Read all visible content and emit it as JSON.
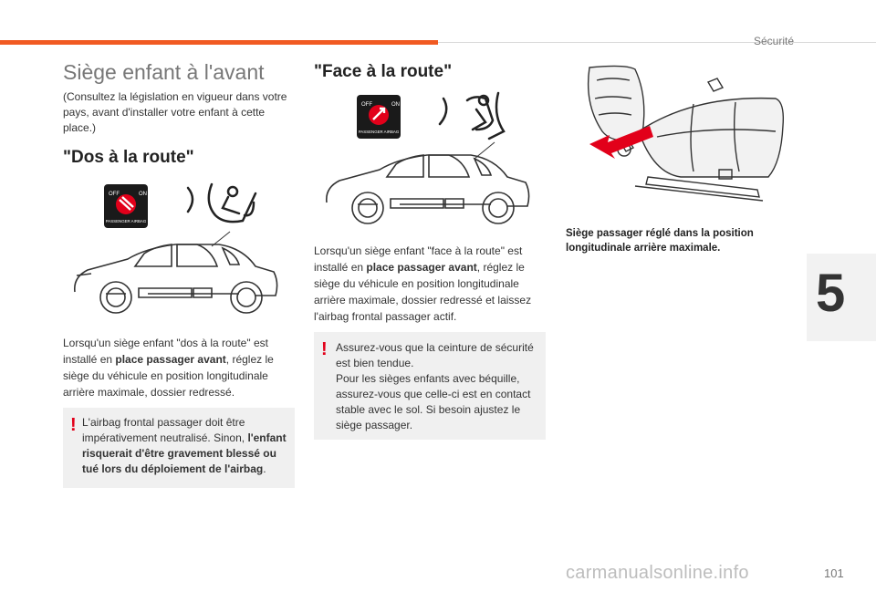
{
  "header": {
    "section": "Sécurité"
  },
  "chapter": {
    "number": "5"
  },
  "footer": {
    "page_number": "101",
    "watermark": "carmanualsonline.info"
  },
  "main": {
    "title": "Siège enfant à l'avant",
    "intro": "(Consultez la législation en vigueur dans votre pays, avant d'installer votre enfant à cette place.)",
    "rear_facing": {
      "heading": "\"Dos à la route\"",
      "airbag_label": "PASSENGER AIRBAG",
      "airbag_off": "OFF",
      "airbag_on": "ON",
      "text_a": "Lorsqu'un siège enfant \"dos à la route\" est installé en ",
      "text_b": "place passager avant",
      "text_c": ", réglez le siège du véhicule en position longitudinale arrière maximale, dossier redressé.",
      "warning_a": "L'airbag frontal passager doit être impérativement neutralisé. Sinon, ",
      "warning_b": "l'enfant risquerait d'être gravement blessé ou tué lors du déploiement de l'airbag",
      "warning_c": "."
    },
    "forward_facing": {
      "heading": "\"Face à la route\"",
      "airbag_label": "PASSENGER AIRBAG",
      "airbag_off": "OFF",
      "airbag_on": "ON",
      "text_a": "Lorsqu'un siège enfant \"face à la route\" est installé en ",
      "text_b": "place passager avant",
      "text_c": ", réglez le siège du véhicule en position longitudinale arrière maximale, dossier redressé et laissez l'airbag frontal passager actif.",
      "warning_lines": [
        "Assurez-vous que la ceinture de sécurité est bien tendue.",
        "Pour les sièges enfants avec béquille, assurez-vous que celle-ci est en contact stable avec le sol. Si besoin ajustez le siège passager."
      ]
    },
    "seat": {
      "caption": "Siège passager réglé dans la position longitudinale arrière maximale."
    }
  },
  "colors": {
    "accent": "#f15a22",
    "warning": "#e2001a",
    "panel": "#f0f0f0"
  }
}
